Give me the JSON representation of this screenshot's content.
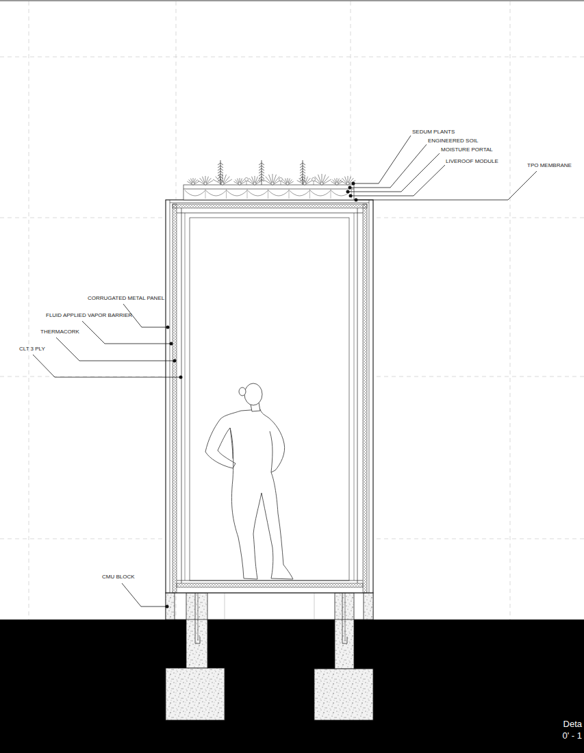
{
  "diagram": {
    "labels": [
      "SEDUM PLANTS",
      "ENGINEERED SOIL",
      "MOISTURE PORTAL",
      "LIVEROOF MODULE",
      "TPO MEMBRANE",
      "CORRUGATED METAL PANEL",
      "FLUID APPLIED VAPOR BARRIER",
      "THERMACORK",
      "CLT 3 PLY",
      "CMU BLOCK",
      "Deta",
      "0' - 1"
    ]
  }
}
